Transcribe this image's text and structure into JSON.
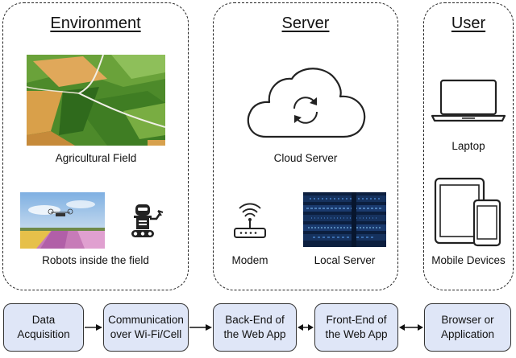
{
  "panels": {
    "environment": {
      "title": "Environment",
      "agricultural_field_label": "Agricultural Field",
      "robots_label": "Robots inside the field"
    },
    "server": {
      "title": "Server",
      "cloud_label": "Cloud Server",
      "modem_label": "Modem",
      "local_server_label": "Local Server"
    },
    "user": {
      "title": "User",
      "laptop_label": "Laptop",
      "mobile_label": "Mobile Devices"
    }
  },
  "stages": [
    {
      "line1": "Data",
      "line2": "Acquisition"
    },
    {
      "line1": "Communication",
      "line2": "over Wi-Fi/Cell"
    },
    {
      "line1": "Back-End of",
      "line2": "the Web App"
    },
    {
      "line1": "Front-End of",
      "line2": "the Web App"
    },
    {
      "line1": "Browser or",
      "line2": "Application"
    }
  ],
  "colors": {
    "stage_fill": "#dfe6f7",
    "stroke": "#222222"
  },
  "icons": [
    "cloud-icon",
    "sync-icon",
    "robot-icon",
    "router-icon",
    "laptop-icon",
    "tablet-icon",
    "phone-icon"
  ]
}
